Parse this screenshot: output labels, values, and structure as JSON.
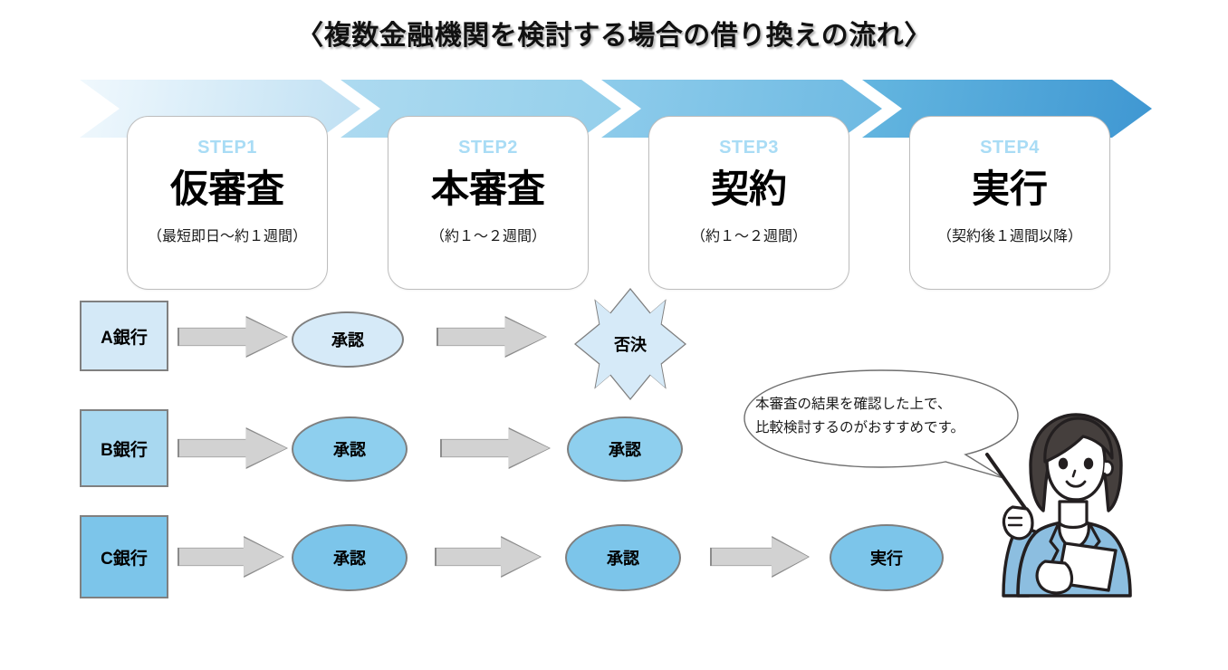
{
  "title": "〈複数金融機関を検討する場合の借り換えの流れ〉",
  "steps": [
    {
      "kicker": "STEP1",
      "name": "仮審査",
      "note": "（最短即日〜約１週間）"
    },
    {
      "kicker": "STEP2",
      "name": "本審査",
      "note": "（約１〜２週間）"
    },
    {
      "kicker": "STEP3",
      "name": "契約",
      "note": "（約１〜２週間）"
    },
    {
      "kicker": "STEP4",
      "name": "実行",
      "note": "（契約後１週間以降）"
    }
  ],
  "banner": {
    "chevron_colors": [
      "#e8f4fb",
      "#a3d5ef",
      "#7cc2e6",
      "#4a9fd8"
    ]
  },
  "rows": [
    {
      "bank": "A銀行",
      "fill": "#d4e9f7",
      "nodes": [
        {
          "label": "承認",
          "shape": "ellipse"
        },
        {
          "label": "否決",
          "shape": "star"
        }
      ]
    },
    {
      "bank": "B銀行",
      "fill": "#a8d8f0",
      "nodes": [
        {
          "label": "承認",
          "shape": "ellipse"
        },
        {
          "label": "承認",
          "shape": "ellipse"
        }
      ]
    },
    {
      "bank": "C銀行",
      "fill": "#7cc5ea",
      "nodes": [
        {
          "label": "承認",
          "shape": "ellipse"
        },
        {
          "label": "承認",
          "shape": "ellipse"
        },
        {
          "label": "実行",
          "shape": "ellipse"
        }
      ]
    }
  ],
  "callout": {
    "text": "本審査の結果を確認した上で、\n比較検討するのがおすすめです。"
  },
  "illustration": {
    "name": "woman-with-pointer",
    "jacket_color": "#8cbee0",
    "hair_color": "#453f3d",
    "skin_color": "#ffffff"
  }
}
